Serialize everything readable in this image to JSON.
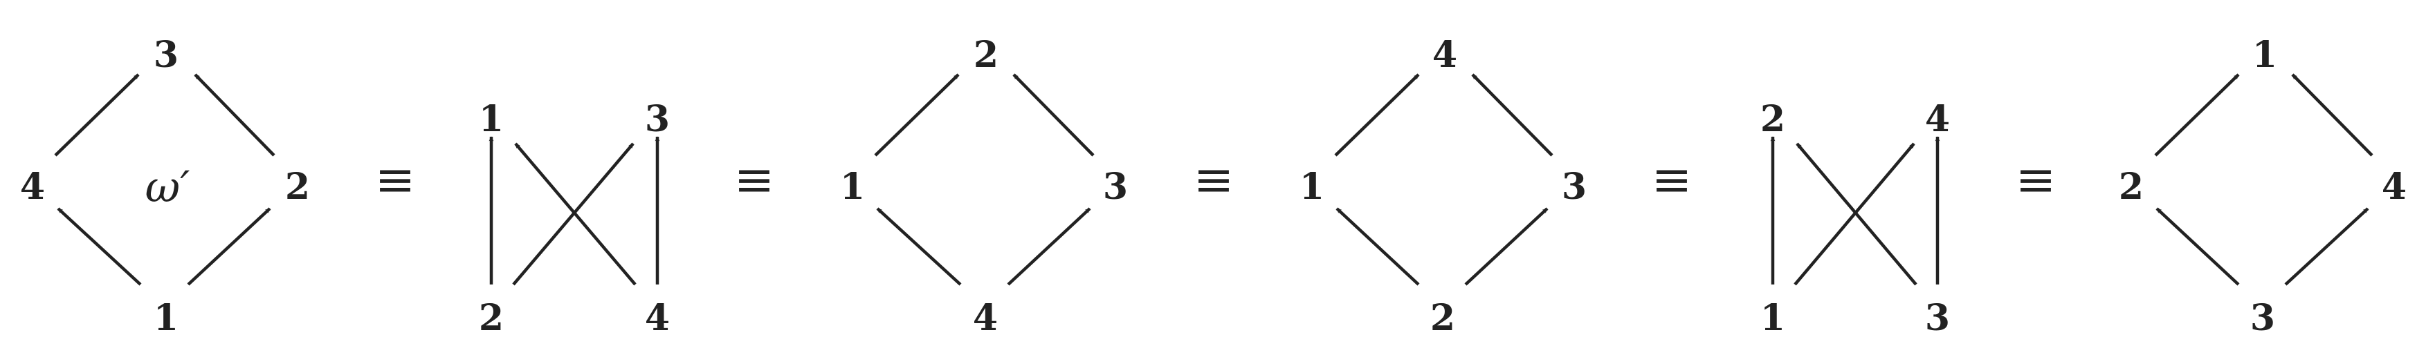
{
  "omega_label": "ω′",
  "equiv_symbol": "≡",
  "diagrams": [
    {
      "kind": "diamond",
      "top": "3",
      "left": "4",
      "right": "2",
      "bottom": "1",
      "center": "ω′"
    },
    {
      "kind": "cross",
      "top_left": "1",
      "top_right": "3",
      "bottom_left": "2",
      "bottom_right": "4"
    },
    {
      "kind": "diamond",
      "top": "2",
      "left": "1",
      "right": "3",
      "bottom": "4"
    },
    {
      "kind": "diamond",
      "top": "4",
      "left": "1",
      "right": "3",
      "bottom": "2"
    },
    {
      "kind": "cross",
      "top_left": "2",
      "top_right": "4",
      "bottom_left": "1",
      "bottom_right": "3"
    },
    {
      "kind": "diamond",
      "top": "1",
      "left": "2",
      "right": "4",
      "bottom": "3"
    }
  ]
}
